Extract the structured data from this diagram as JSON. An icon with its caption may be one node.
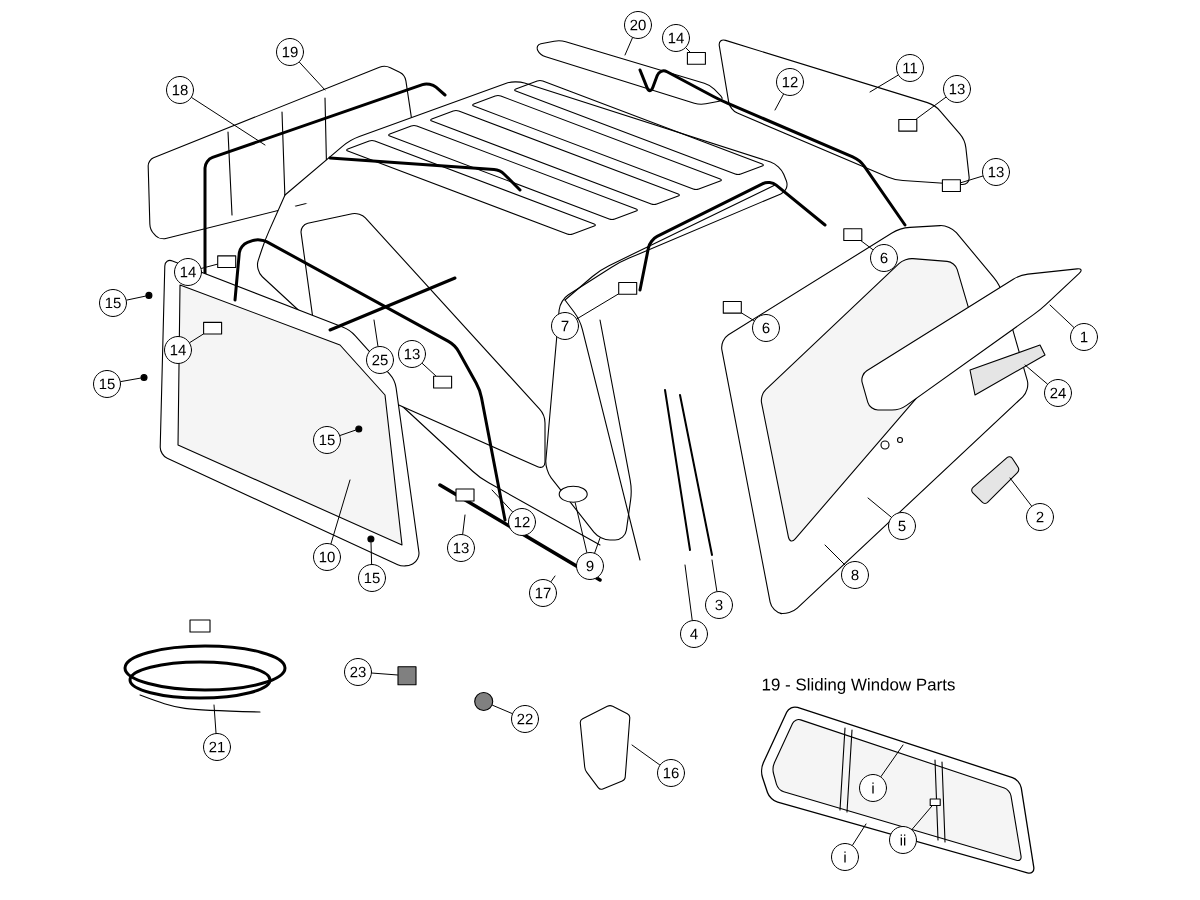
{
  "diagram": {
    "nodes": [
      {
        "text": [
          "19"
        ]
      },
      {
        "text": [
          "18"
        ]
      },
      {
        "text": [
          "20"
        ]
      },
      {
        "text": [
          "14"
        ]
      },
      {
        "text": [
          "11"
        ]
      },
      {
        "text": [
          "12"
        ]
      },
      {
        "text": [
          "13"
        ]
      },
      {
        "text": [
          "13"
        ]
      },
      {
        "text": [
          "14"
        ]
      },
      {
        "text": [
          "15"
        ]
      },
      {
        "text": [
          "14"
        ]
      },
      {
        "text": [
          "6"
        ]
      },
      {
        "text": [
          "7"
        ]
      },
      {
        "text": [
          "6"
        ]
      },
      {
        "text": [
          "1"
        ]
      },
      {
        "text": [
          "25"
        ]
      },
      {
        "text": [
          "13"
        ]
      },
      {
        "text": [
          "15"
        ]
      },
      {
        "text": [
          "24"
        ]
      },
      {
        "text": [
          "15"
        ]
      },
      {
        "text": [
          "2"
        ]
      },
      {
        "text": [
          "5"
        ]
      },
      {
        "text": [
          "12"
        ]
      },
      {
        "text": [
          "13"
        ]
      },
      {
        "text": [
          "10"
        ]
      },
      {
        "text": [
          "15"
        ]
      },
      {
        "text": [
          "9"
        ]
      },
      {
        "text": [
          "17"
        ]
      },
      {
        "text": [
          "8"
        ]
      },
      {
        "text": [
          "3"
        ]
      },
      {
        "text": [
          "4"
        ]
      },
      {
        "text": [
          "23"
        ]
      },
      {
        "text": [
          "22"
        ]
      },
      {
        "text": [
          "21"
        ]
      },
      {
        "text": [
          "16"
        ]
      },
      {
        "text": [
          "i"
        ]
      },
      {
        "text": [
          "ii"
        ]
      },
      {
        "text": [
          "i"
        ]
      },
      {
        "text": [],
        "shape": "box"
      },
      {
        "text": [],
        "shape": "box"
      },
      {
        "text": [],
        "shape": "box"
      },
      {
        "text": [],
        "shape": "box"
      },
      {
        "text": [],
        "shape": "box"
      },
      {
        "text": [],
        "shape": "box"
      },
      {
        "text": [],
        "shape": "box"
      },
      {
        "text": [],
        "shape": "box"
      },
      {
        "text": [],
        "shape": "box"
      },
      {
        "text": [],
        "shape": "circle"
      },
      {
        "text": [],
        "shape": "circle"
      },
      {
        "text": [],
        "shape": "circle"
      },
      {
        "text": [],
        "shape": "circle"
      },
      {
        "text": [],
        "shape": "ellipse"
      },
      {
        "text": [],
        "shape": "box"
      },
      {
        "text": [],
        "shape": "circle"
      },
      {
        "text": [],
        "shape": "box"
      }
    ],
    "edges": [
      {
        "from": 0,
        "to": null,
        "arrow": "none"
      },
      {
        "from": 1,
        "to": null,
        "arrow": "none"
      },
      {
        "from": 2,
        "to": null,
        "arrow": "none"
      },
      {
        "from": 3,
        "to": 38,
        "arrow": "none"
      },
      {
        "from": 4,
        "to": null,
        "arrow": "none"
      },
      {
        "from": 5,
        "to": null,
        "arrow": "none"
      },
      {
        "from": 6,
        "to": 39,
        "arrow": "none"
      },
      {
        "from": 7,
        "to": 40,
        "arrow": "none"
      },
      {
        "from": 8,
        "to": 41,
        "arrow": "none"
      },
      {
        "from": 9,
        "to": 47,
        "arrow": "none"
      },
      {
        "from": 10,
        "to": 42,
        "arrow": "none"
      },
      {
        "from": 11,
        "to": 43,
        "arrow": "none"
      },
      {
        "from": 12,
        "to": 44,
        "arrow": "none"
      },
      {
        "from": 13,
        "to": 45,
        "arrow": "none"
      },
      {
        "from": 14,
        "to": null,
        "arrow": "none"
      },
      {
        "from": 15,
        "to": null,
        "arrow": "none"
      },
      {
        "from": 16,
        "to": 46,
        "arrow": "none"
      },
      {
        "from": 17,
        "to": 48,
        "arrow": "none"
      },
      {
        "from": 18,
        "to": null,
        "arrow": "none"
      },
      {
        "from": 19,
        "to": 49,
        "arrow": "none"
      },
      {
        "from": 20,
        "to": null,
        "arrow": "none"
      },
      {
        "from": 21,
        "to": null,
        "arrow": "none"
      },
      {
        "from": 22,
        "to": null,
        "arrow": "none"
      },
      {
        "from": 23,
        "to": null,
        "arrow": "none"
      },
      {
        "from": 24,
        "to": null,
        "arrow": "none"
      },
      {
        "from": 25,
        "to": 50,
        "arrow": "none"
      },
      {
        "from": 26,
        "to": 51,
        "arrow": "none"
      },
      {
        "from": 26,
        "to": null,
        "arrow": "none"
      },
      {
        "from": 27,
        "to": null,
        "arrow": "none"
      },
      {
        "from": 28,
        "to": null,
        "arrow": "none"
      },
      {
        "from": 29,
        "to": null,
        "arrow": "none"
      },
      {
        "from": 30,
        "to": null,
        "arrow": "none"
      },
      {
        "from": 31,
        "to": 52,
        "arrow": "none"
      },
      {
        "from": 32,
        "to": 53,
        "arrow": "none"
      },
      {
        "from": 33,
        "to": null,
        "arrow": "none"
      },
      {
        "from": 34,
        "to": null,
        "arrow": "none"
      },
      {
        "from": 35,
        "to": null,
        "arrow": "none"
      },
      {
        "from": 36,
        "to": 54,
        "arrow": "none"
      },
      {
        "from": 37,
        "to": null,
        "arrow": "none"
      }
    ],
    "labels": [
      "19 - Sliding Window Parts"
    ]
  }
}
